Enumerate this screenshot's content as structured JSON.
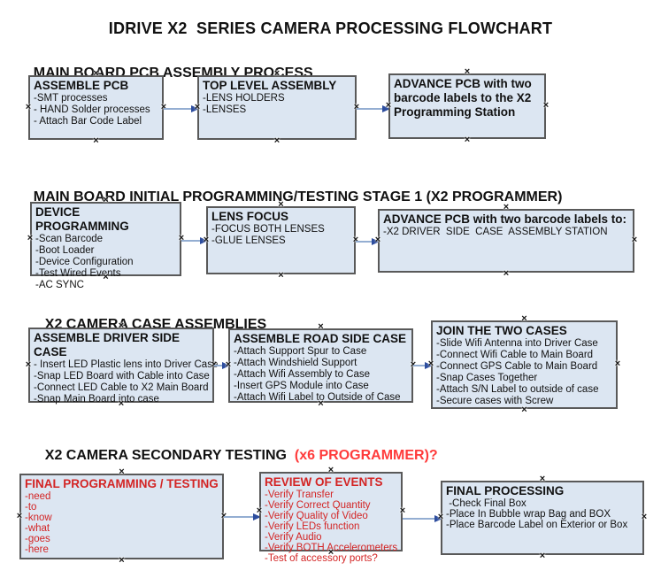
{
  "page_title": "IDRIVE X2  SERIES CAMERA PROCESSING FLOWCHART",
  "colors": {
    "box_fill": "#dce6f2",
    "box_border": "#595959",
    "red": "#d32424",
    "header_red": "#ff3b3b",
    "connector_line": "#94aed2",
    "connector_head": "#2d4d9e"
  },
  "sections": [
    {
      "heading": "MAIN BOARD PCB ASSEMBLY PROCESS",
      "heading_red": "",
      "boxes": [
        {
          "title": "ASSEMBLE PCB",
          "items": [
            "-SMT processes",
            "- HAND Solder processes",
            "- Attach Bar Code Label"
          ]
        },
        {
          "title": "TOP LEVEL ASSEMBLY",
          "items": [
            "-LENS HOLDERS",
            "-LENSES"
          ]
        },
        {
          "title": "ADVANCE PCB with two barcode labels to the X2 Programming Station",
          "items": []
        }
      ]
    },
    {
      "heading": "MAIN BOARD INITIAL PROGRAMMING/TESTING STAGE 1 (X2 PROGRAMMER)",
      "heading_red": "",
      "boxes": [
        {
          "title": "DEVICE PROGRAMMING",
          "items": [
            "-Scan Barcode",
            "-Boot Loader",
            "-Device Configuration",
            "-Test Wired Events",
            "-AC SYNC"
          ]
        },
        {
          "title": "LENS FOCUS",
          "items": [
            "-FOCUS BOTH LENSES",
            "-GLUE LENSES"
          ]
        },
        {
          "title": "ADVANCE PCB with two barcode labels to:",
          "items": [
            "-X2 DRIVER  SIDE  CASE  ASSEMBLY STATION"
          ]
        }
      ]
    },
    {
      "heading": "X2 CAMERA CASE ASSEMBLIES",
      "heading_red": "",
      "boxes": [
        {
          "title": "ASSEMBLE DRIVER SIDE CASE",
          "items": [
            "- Insert LED Plastic lens into Driver Case",
            "-Snap LED Board with Cable into Case",
            "-Connect LED Cable to X2 Main Board",
            "-Snap Main Board into case"
          ]
        },
        {
          "title": "ASSEMBLE ROAD SIDE CASE",
          "items": [
            "-Attach Support Spur to Case",
            "-Attach Windshield Support",
            "-Attach Wifi Assembly to Case",
            "-Insert GPS Module into Case",
            "-Attach Wifi Label to Outside of Case"
          ]
        },
        {
          "title": "JOIN THE TWO CASES",
          "items": [
            "-Slide Wifi Antenna into Driver Case",
            "-Connect Wifi Cable to Main Board",
            "-Connect GPS Cable to Main Board",
            "-Snap Cases Together",
            "-Attach S/N Label to outside of case",
            "-Secure cases with Screw"
          ]
        }
      ]
    },
    {
      "heading": "X2 CAMERA SECONDARY TESTING  ",
      "heading_red": "(x6 PROGRAMMER)?",
      "boxes": [
        {
          "title": "FINAL PROGRAMMING / TESTING",
          "items": [
            "-need",
            "-to",
            "-know",
            "-what",
            "-goes",
            "-here"
          ]
        },
        {
          "title": "REVIEW OF EVENTS",
          "items": [
            "-Verify Transfer",
            "-Verify Correct Quantity",
            "-Verify Quality of Video",
            "-Verify LEDs function",
            "-Verify Audio",
            "-Verify BOTH Accelerometers",
            "-Test of accessory ports?"
          ]
        },
        {
          "title": "FINAL PROCESSING",
          "items": [
            " -Check Final Box",
            "-Place In Bubble wrap Bag and BOX",
            "-Place Barcode Label on Exterior or Box"
          ]
        }
      ]
    }
  ]
}
